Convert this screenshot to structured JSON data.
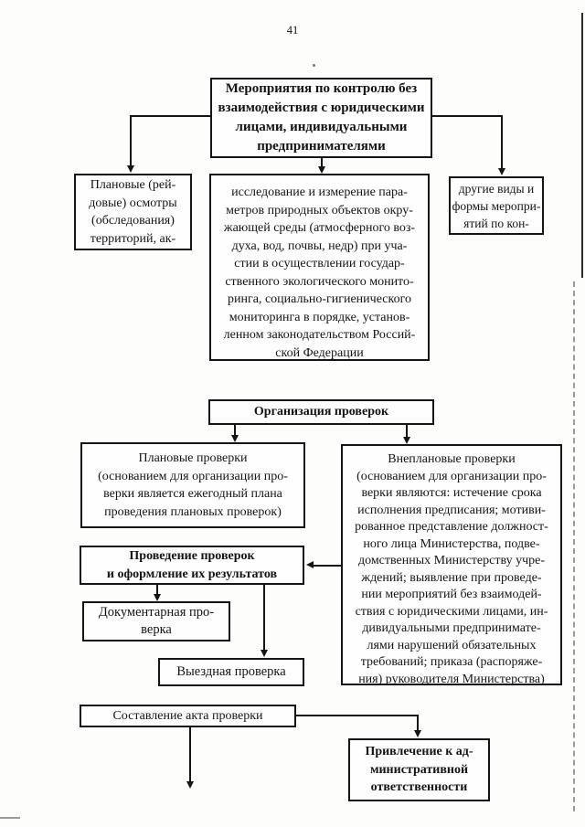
{
  "page": {
    "number": "41"
  },
  "flowchart": {
    "top_box": "Мероприятия по контролю без\nвзаимодействия с юридическими\nлицами, индивидуальными\nпредпринимателями",
    "planned_raids_box": "Плановые (рей-\nдовые) осмотры\n(обследования)\nтерриторий, ак-",
    "research_box": "исследование и измерение пара-\nметров природных объектов окру-\nжающей среды (атмосферного воз-\nдуха, вод, почвы, недр) при уча-\nстии в осуществлении государ-\nственного экологического монито-\nринга, социально-гигиенического\nмониторинга в порядке, установ-\nленном законодательством Россий-\nской Федерации",
    "other_forms_box": "другие виды и\nформы меропри-\nятий по кон-",
    "organization_box": "Организация проверок",
    "scheduled_box": "Плановые проверки\n(основанием для организации про-\nверки является ежегодный плана\nпроведения плановых проверок)",
    "unscheduled_box": "Внеплановые проверки\n(основанием для организации про-\nверки являются: истечение срока\nисполнения предписания; мотиви-\nрованное представление должност-\nного лица Министерства, подве-\nдомственных Министерству учре-\nждений; выявление при проведе-\nнии мероприятий без взаимодей-\nствия с юридическими лицами, ин-\nдивидуальными предпринимате-\nлями нарушений обязательных\nтребований; приказа (распоряже-\nния) руководителя Министерства)",
    "conduct_box": "Проведение проверок\nи оформление их результатов",
    "documentary_box": "Документарная про-\nверка",
    "field_box": "Выездная проверка",
    "act_box": "Составление акта проверки",
    "liability_box": "Привлечение к ад-\nминистративной\nответственности"
  }
}
